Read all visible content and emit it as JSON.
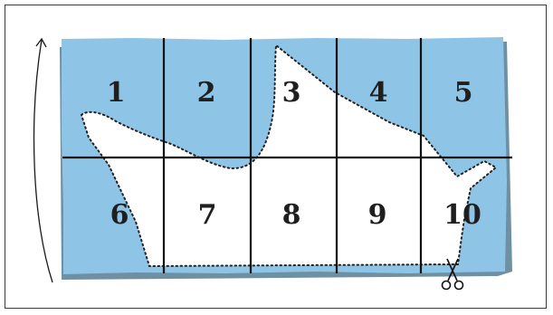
{
  "diagram": {
    "cells": [
      {
        "label": "1"
      },
      {
        "label": "2"
      },
      {
        "label": "3"
      },
      {
        "label": "4"
      },
      {
        "label": "5"
      },
      {
        "label": "6"
      },
      {
        "label": "7"
      },
      {
        "label": "8"
      },
      {
        "label": "9"
      },
      {
        "label": "10"
      }
    ],
    "colors": {
      "paper": "#8ec5e6",
      "paper_shadow": "#6f8fa3",
      "cut_out": "#ffffff",
      "grid_lines": "#111111",
      "dotted_cut_line": "#222222",
      "frame": "#3a3a3a"
    },
    "icons": {
      "fold_arrow": "curved-arrow-icon",
      "scissors": "scissors-icon"
    }
  }
}
